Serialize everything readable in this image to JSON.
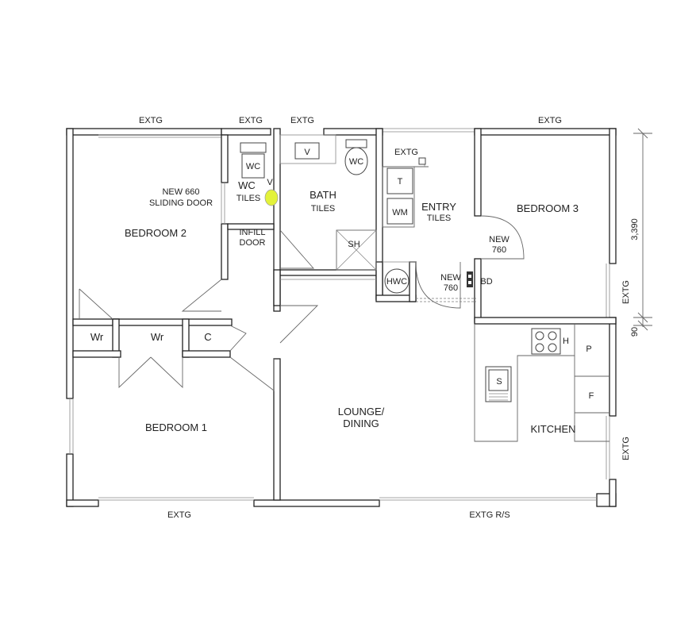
{
  "rooms": {
    "bedroom1": "BEDROOM 1",
    "bedroom2": "BEDROOM 2",
    "bedroom3": "BEDROOM 3",
    "wc": "WC",
    "wc_tiles": "TILES",
    "bath": "BATH",
    "bath_tiles": "TILES",
    "entry": "ENTRY",
    "entry_tiles": "TILES",
    "lounge_1": "LOUNGE/",
    "lounge_2": "DINING",
    "kitchen": "KITCHEN"
  },
  "fixtures": {
    "wc_pan_wc": "WC",
    "wc_vanity": "V",
    "bath_vanity": "V",
    "bath_wc": "WC",
    "shower": "SH",
    "toilet_t": "T",
    "washing_machine": "WM",
    "hwc": "HWC",
    "bd": "BD",
    "wardrobe_bed2": "Wr",
    "wardrobe_bed1": "Wr",
    "cupboard": "C",
    "hob": "H",
    "pantry": "P",
    "fridge": "F",
    "sink": "S"
  },
  "notes": {
    "sliding_1": "NEW 660",
    "sliding_2": "SLIDING DOOR",
    "infill_1": "INFILL",
    "infill_2": "DOOR",
    "new760_bed3_1": "NEW",
    "new760_bed3_2": "760",
    "new760_entry_1": "NEW",
    "new760_entry_2": "760"
  },
  "existing": {
    "top_left": "EXTG",
    "top_wc": "EXTG",
    "top_bath": "EXTG",
    "top_entry": "EXTG",
    "top_right": "EXTG",
    "right_bed3": "EXTG",
    "right_kitchen": "EXTG",
    "bottom_left": "EXTG",
    "bottom_right": "EXTG R/S"
  },
  "dimensions": {
    "height": "3,390",
    "gap": "90"
  },
  "colors": {
    "highlight": "#e3f23a",
    "wall": "#222222"
  }
}
